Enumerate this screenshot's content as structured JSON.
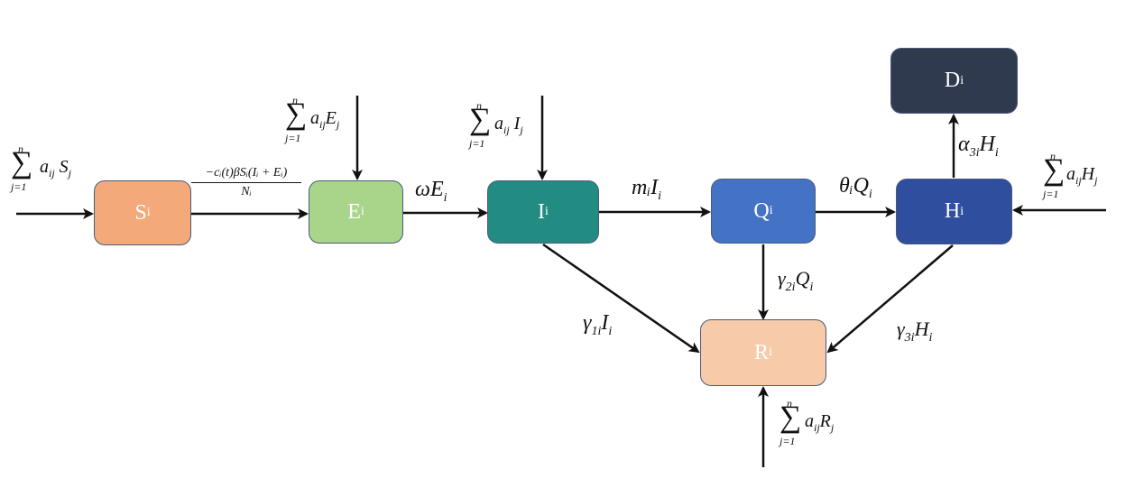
{
  "nodes": {
    "S": {
      "main": "S",
      "sub": "i",
      "fill": "#f4a97a",
      "text": "#ffffff"
    },
    "E": {
      "main": "E",
      "sub": "i",
      "fill": "#a8d58a",
      "text": "#ffffff"
    },
    "I": {
      "main": "I",
      "sub": "i",
      "fill": "#238c82",
      "text": "#ffffff"
    },
    "Q": {
      "main": "Q",
      "sub": "i",
      "fill": "#4472c4",
      "text": "#ffffff"
    },
    "H": {
      "main": "H",
      "sub": "i",
      "fill": "#2f4f9e",
      "text": "#ffffff"
    },
    "R": {
      "main": "R",
      "sub": "i",
      "fill": "#f7cba9",
      "text": "#ffffff"
    },
    "D": {
      "main": "D",
      "sub": "i",
      "fill": "#2f3a4f",
      "text": "#ffffff"
    }
  },
  "sums": {
    "S": {
      "upper": "n",
      "lower": "j=1",
      "term": "a",
      "term_sub": "ij",
      "var": "S",
      "var_sub": "j"
    },
    "E": {
      "upper": "n",
      "lower": "j=1",
      "term": "a",
      "term_sub": "ij",
      "var": "E",
      "var_sub": "j"
    },
    "I": {
      "upper": "n",
      "lower": "j=1",
      "term": "a",
      "term_sub": "ij",
      "var": "I",
      "var_sub": "j"
    },
    "H": {
      "upper": "n",
      "lower": "j=1",
      "term": "a",
      "term_sub": "ij",
      "var": "H",
      "var_sub": "j"
    },
    "R": {
      "upper": "n",
      "lower": "j=1",
      "term": "a",
      "term_sub": "ij",
      "var": "R",
      "var_sub": "j"
    }
  },
  "edges": {
    "SE": {
      "numerator": "−cᵢ(t)βSᵢ(Iᵢ + Eᵢ)",
      "denominator": "Nᵢ"
    },
    "EI": {
      "main": "ωE",
      "sub": "i"
    },
    "IQ": {
      "main": "mᵢI",
      "sub": "i"
    },
    "QH": {
      "main": "θᵢQ",
      "sub": "i"
    },
    "HD": {
      "main": "α",
      "sub": "3i",
      "tail": "H",
      "tail_sub": "i"
    },
    "IR": {
      "main": "γ",
      "sub": "1i",
      "tail": "I",
      "tail_sub": "i"
    },
    "QR": {
      "main": "γ",
      "sub": "2i",
      "tail": "Q",
      "tail_sub": "i"
    },
    "HR": {
      "main": "γ",
      "sub": "3i",
      "tail": "H",
      "tail_sub": "i"
    }
  },
  "colors": {
    "arrow": "#111111",
    "border": "#4a5a7a"
  }
}
